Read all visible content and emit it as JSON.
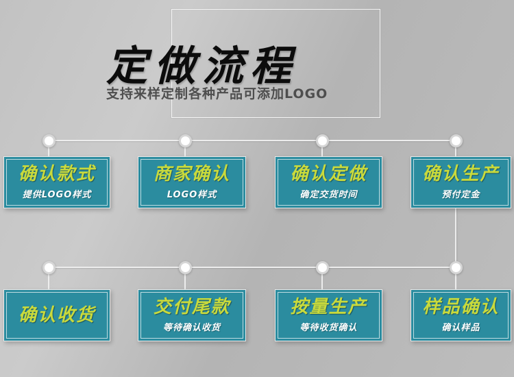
{
  "header": {
    "title": "定做流程",
    "subtitle": "支持来样定制各种产品可添加LOGO"
  },
  "flow": {
    "top_row": [
      {
        "title": "确认款式",
        "subtitle": "提供LOGO样式"
      },
      {
        "title": "商家确认",
        "subtitle": "LOGO样式"
      },
      {
        "title": "确认定做",
        "subtitle": "确定交货时间"
      },
      {
        "title": "确认生产",
        "subtitle": "预付定金"
      }
    ],
    "bottom_row": [
      {
        "title": "确认收货",
        "subtitle": ""
      },
      {
        "title": "交付尾款",
        "subtitle": "等待确认收货"
      },
      {
        "title": "按量生产",
        "subtitle": "等待收货确认"
      },
      {
        "title": "样品确认",
        "subtitle": "确认样品"
      }
    ]
  },
  "colors": {
    "background": "#bcbcbc",
    "box_background": "#2b8c9f",
    "box_title_text": "#c9da3c",
    "box_subtitle_text": "#ffffff",
    "title_text": "#0c0c0c",
    "subtitle_text": "#4e4e4e",
    "connector": "#ededed"
  }
}
